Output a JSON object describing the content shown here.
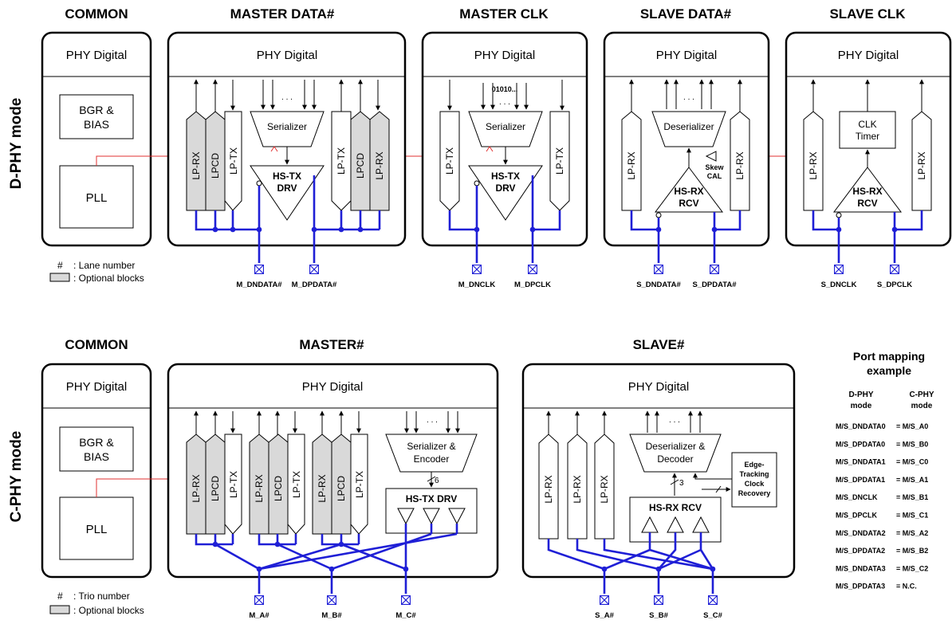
{
  "dphy": {
    "mode_label": "D-PHY mode",
    "headers": {
      "common": "COMMON",
      "master_data": "MASTER DATA#",
      "master_clk": "MASTER CLK",
      "slave_data": "SLAVE DATA#",
      "slave_clk": "SLAVE CLK"
    },
    "phy_digital": "PHY Digital",
    "bgr": [
      "BGR &",
      "BIAS"
    ],
    "pll": "PLL",
    "lp_rx": "LP-RX",
    "lpcd": "LPCD",
    "lp_tx": "LP-TX",
    "serializer": "Serializer",
    "deserializer": "Deserializer",
    "hs_tx": [
      "HS-TX",
      "DRV"
    ],
    "hs_rx": [
      "HS-RX",
      "RCV"
    ],
    "skew": [
      "Skew",
      "CAL"
    ],
    "clk_timer": [
      "CLK",
      "Timer"
    ],
    "pattern": "01010...",
    "dots": ". . .",
    "pins": {
      "m_dndata": "M_DNDATA#",
      "m_dpdata": "M_DPDATA#",
      "m_dnclk": "M_DNCLK",
      "m_dpclk": "M_DPCLK",
      "s_dndata": "S_DNDATA#",
      "s_dpdata": "S_DPDATA#",
      "s_dnclk": "S_DNCLK",
      "s_dpclk": "S_DPCLK"
    },
    "legend": {
      "hash": "#",
      "number": ": Lane number",
      "optional": ": Optional blocks"
    }
  },
  "cphy": {
    "mode_label": "C-PHY mode",
    "headers": {
      "common": "COMMON",
      "master": "MASTER#",
      "slave": "SLAVE#"
    },
    "phy_digital": "PHY Digital",
    "bgr": [
      "BGR &",
      "BIAS"
    ],
    "pll": "PLL",
    "lp_rx": "LP-RX",
    "lpcd": "LPCD",
    "lp_tx": "LP-TX",
    "ser_enc": [
      "Serializer &",
      "Encoder"
    ],
    "deser_dec": [
      "Deserializer &",
      "Decoder"
    ],
    "hs_tx_drv": "HS-TX DRV",
    "hs_rx_rcv": "HS-RX RCV",
    "edge": [
      "Edge-",
      "Tracking",
      "Clock",
      "Recovery"
    ],
    "bus6": "6",
    "bus3": "3",
    "dots": ". . .",
    "pins": {
      "m_a": "M_A#",
      "m_b": "M_B#",
      "m_c": "M_C#",
      "s_a": "S_A#",
      "s_b": "S_B#",
      "s_c": "S_C#"
    },
    "legend": {
      "hash": "#",
      "number": ": Trio number",
      "optional": ": Optional blocks"
    }
  },
  "port_mapping": {
    "title": [
      "Port mapping",
      "example"
    ],
    "col_dphy": [
      "D-PHY",
      "mode"
    ],
    "col_cphy": [
      "C-PHY",
      "mode"
    ],
    "rows": [
      {
        "d": "M/S_DNDATA0",
        "c": "= M/S_A0"
      },
      {
        "d": "M/S_DPDATA0",
        "c": "= M/S_B0"
      },
      {
        "d": "M/S_DNDATA1",
        "c": "= M/S_C0"
      },
      {
        "d": "M/S_DPDATA1",
        "c": "= M/S_A1"
      },
      {
        "d": "M/S_DNCLK",
        "c": "= M/S_B1"
      },
      {
        "d": "M/S_DPCLK",
        "c": "= M/S_C1"
      },
      {
        "d": "M/S_DNDATA2",
        "c": "= M/S_A2"
      },
      {
        "d": "M/S_DPDATA2",
        "c": "= M/S_B2"
      },
      {
        "d": "M/S_DNDATA3",
        "c": "= M/S_C2"
      },
      {
        "d": "M/S_DPDATA3",
        "c": "= N.C."
      }
    ]
  },
  "colors": {
    "wire_blue": "#1f1fd6",
    "wire_red": "#e03030",
    "optional_fill": "#d9d9d9"
  }
}
